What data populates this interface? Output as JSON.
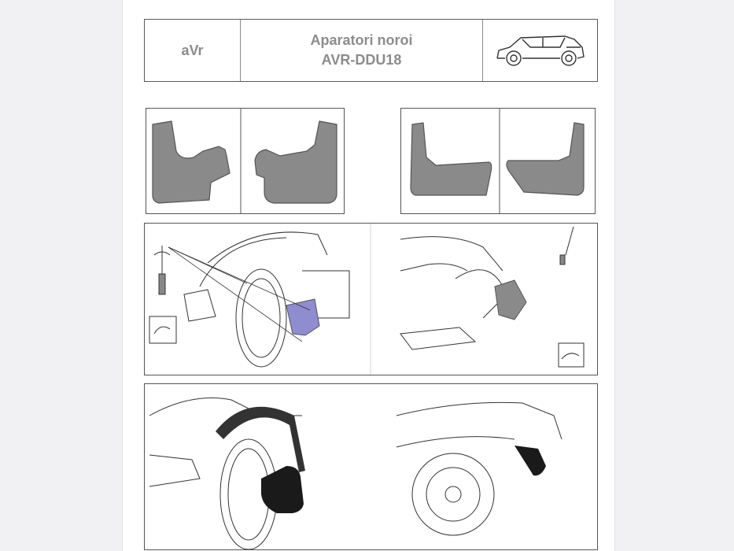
{
  "header": {
    "brand": "aVr",
    "title_line1": "Aparatori noroi",
    "title_line2": "AVR-DDU18"
  },
  "icons": {
    "car": "suv-side-view-icon",
    "screwdriver": "screwdriver-icon",
    "rotation": "rotation-arrow-icon",
    "hand_tighten": "hand-tighten-icon"
  },
  "colors": {
    "mudflap_gray": "#8a8a8a",
    "mudflap_purple": "#8f8ccf",
    "mudflap_black": "#1a1a1a",
    "line": "#333333"
  }
}
